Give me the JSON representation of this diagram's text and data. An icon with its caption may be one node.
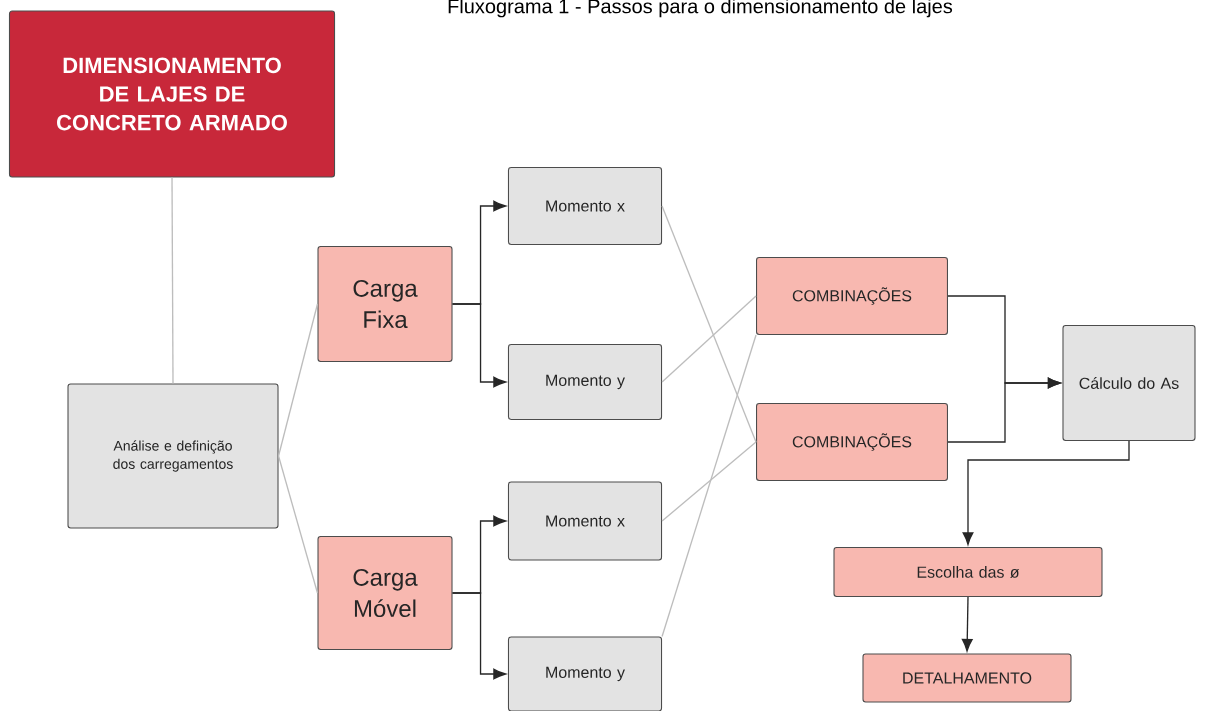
{
  "diagram": {
    "title": "Fluxograma 1 - Passos para o dimensionamento de lajes",
    "nodes": [
      {
        "text": [
          "DIMENSIONAMENTO DE LAJES DE CONCRETO ARMADO"
        ]
      },
      {
        "text": [
          "Análise e definição dos carregamentos"
        ]
      },
      {
        "text": [
          "Carga Fixa"
        ]
      },
      {
        "text": [
          "Carga Móvel"
        ]
      },
      {
        "text": [
          "Momento x"
        ]
      },
      {
        "text": [
          "Momento y"
        ]
      },
      {
        "text": [
          "Momento x"
        ]
      },
      {
        "text": [
          "Momento y"
        ]
      },
      {
        "text": [
          "COMBINAÇÕES"
        ]
      },
      {
        "text": [
          "COMBINAÇÕES"
        ]
      },
      {
        "text": [
          "Cálculo do As"
        ]
      },
      {
        "text": [
          "Escolha das ø"
        ]
      },
      {
        "text": [
          "DETALHAMENTO"
        ]
      }
    ],
    "edges": [
      {
        "from": 0,
        "to": 1,
        "arrow": "none",
        "color": "#bdbdbd"
      },
      {
        "from": 1,
        "to": 2,
        "arrow": "none",
        "color": "#bdbdbd"
      },
      {
        "from": 1,
        "to": 3,
        "arrow": "none",
        "color": "#bdbdbd"
      },
      {
        "from": 2,
        "to": 4,
        "arrow": "to"
      },
      {
        "from": 2,
        "to": 5,
        "arrow": "to"
      },
      {
        "from": 3,
        "to": 6,
        "arrow": "to"
      },
      {
        "from": 3,
        "to": 7,
        "arrow": "to"
      },
      {
        "from": 4,
        "to": 9,
        "arrow": "none",
        "color": "#bdbdbd"
      },
      {
        "from": 5,
        "to": 8,
        "arrow": "none",
        "color": "#bdbdbd"
      },
      {
        "from": 6,
        "to": 9,
        "arrow": "none",
        "color": "#bdbdbd"
      },
      {
        "from": 7,
        "to": 8,
        "arrow": "none",
        "color": "#bdbdbd"
      },
      {
        "from": 8,
        "to": 10,
        "arrow": "to"
      },
      {
        "from": 9,
        "to": 10,
        "arrow": "to"
      },
      {
        "from": 10,
        "to": 11,
        "arrow": "to"
      },
      {
        "from": 11,
        "to": 12,
        "arrow": "to"
      }
    ]
  }
}
